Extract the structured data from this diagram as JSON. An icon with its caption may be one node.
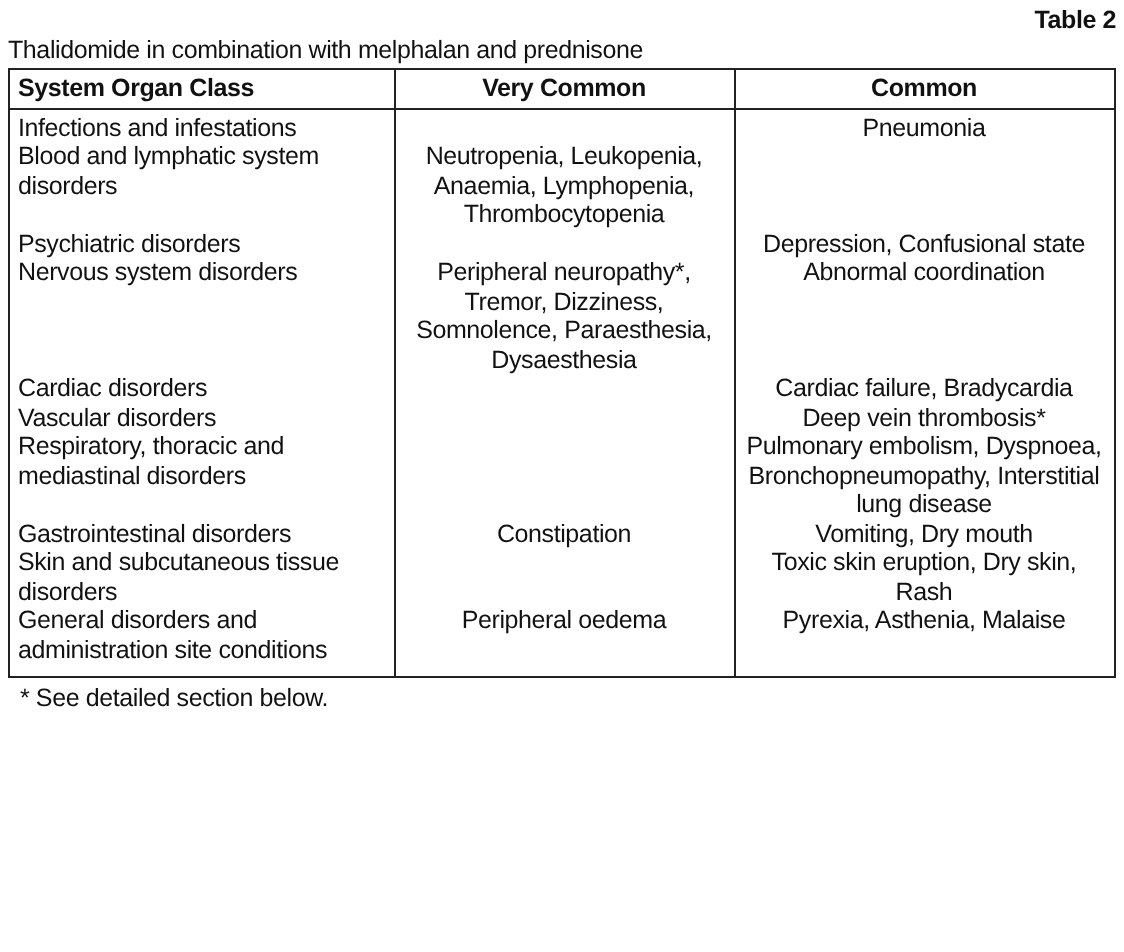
{
  "diagram": {
    "labels": [
      "Table 2",
      "Thalidomide in combination with melphalan and prednisone",
      "System Organ Class",
      "Very Common",
      "Common",
      "Infections and infestations",
      "Pneumonia",
      "Blood and lymphatic system disorders",
      "Neutropenia, Leukopenia, Anaemia, Lymphopenia, Thrombocytopenia",
      "Psychiatric disorders",
      "Depression, Confusional state",
      "Nervous system disorders",
      "Peripheral neuropathy*, Tremor, Dizziness, Somnolence, Paraesthesia, Dysaesthesia",
      "Abnormal coordination",
      "Cardiac disorders",
      "Cardiac failure, Bradycardia",
      "Vascular disorders",
      "Deep vein thrombosis*",
      "Respiratory, thoracic and mediastinal disorders",
      "Pulmonary embolism, Dyspnoea, Bronchopneumopathy, Interstitial lung disease",
      "Gastrointestinal disorders",
      "Constipation",
      "Vomiting, Dry mouth",
      "Skin and subcutaneous tissue disorders",
      "Toxic skin eruption, Dry skin, Rash",
      "General disorders and administration site conditions",
      "Peripheral oedema",
      "Pyrexia, Asthenia, Malaise",
      "* See detailed section below."
    ]
  }
}
